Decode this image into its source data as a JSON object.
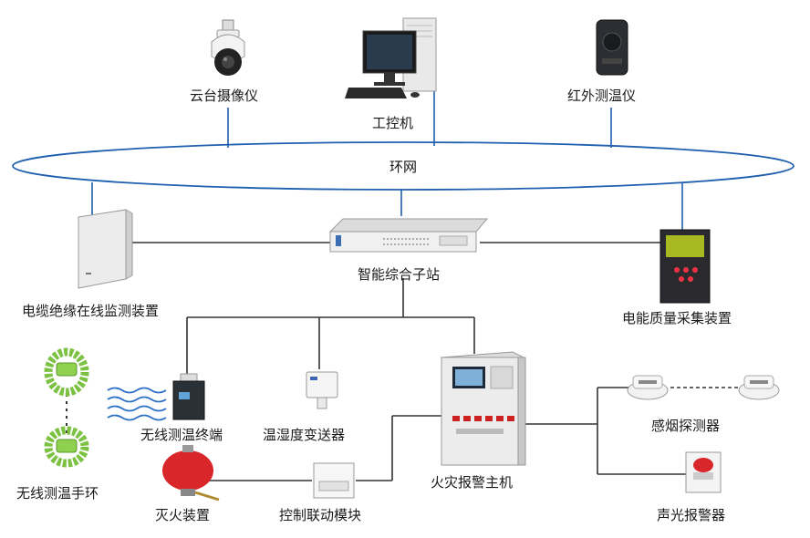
{
  "ring": {
    "label": "环网"
  },
  "devices": {
    "ptz_camera": "云台摄像仪",
    "ipc": "工控机",
    "ir_thermometer": "红外测温仪",
    "cable_monitor": "电缆绝缘在线监测装置",
    "substation": "智能综合子站",
    "power_quality": "电能质量采集装置",
    "wireless_terminal": "无线测温终端",
    "humidity_transmitter": "温湿度变送器",
    "fire_alarm_host": "火灾报警主机",
    "smoke_detector": "感烟探测器",
    "wristband": "无线测温手环",
    "extinguisher": "灭火装置",
    "linkage_module": "控制联动模块",
    "sound_light_alarm": "声光报警器"
  },
  "colors": {
    "ring_stroke": "#1f5fb0",
    "line_dark": "#333333",
    "wifi_blue": "#2a6fc4",
    "band_green": "#7cc242",
    "extinguisher_red": "#d8262b"
  }
}
